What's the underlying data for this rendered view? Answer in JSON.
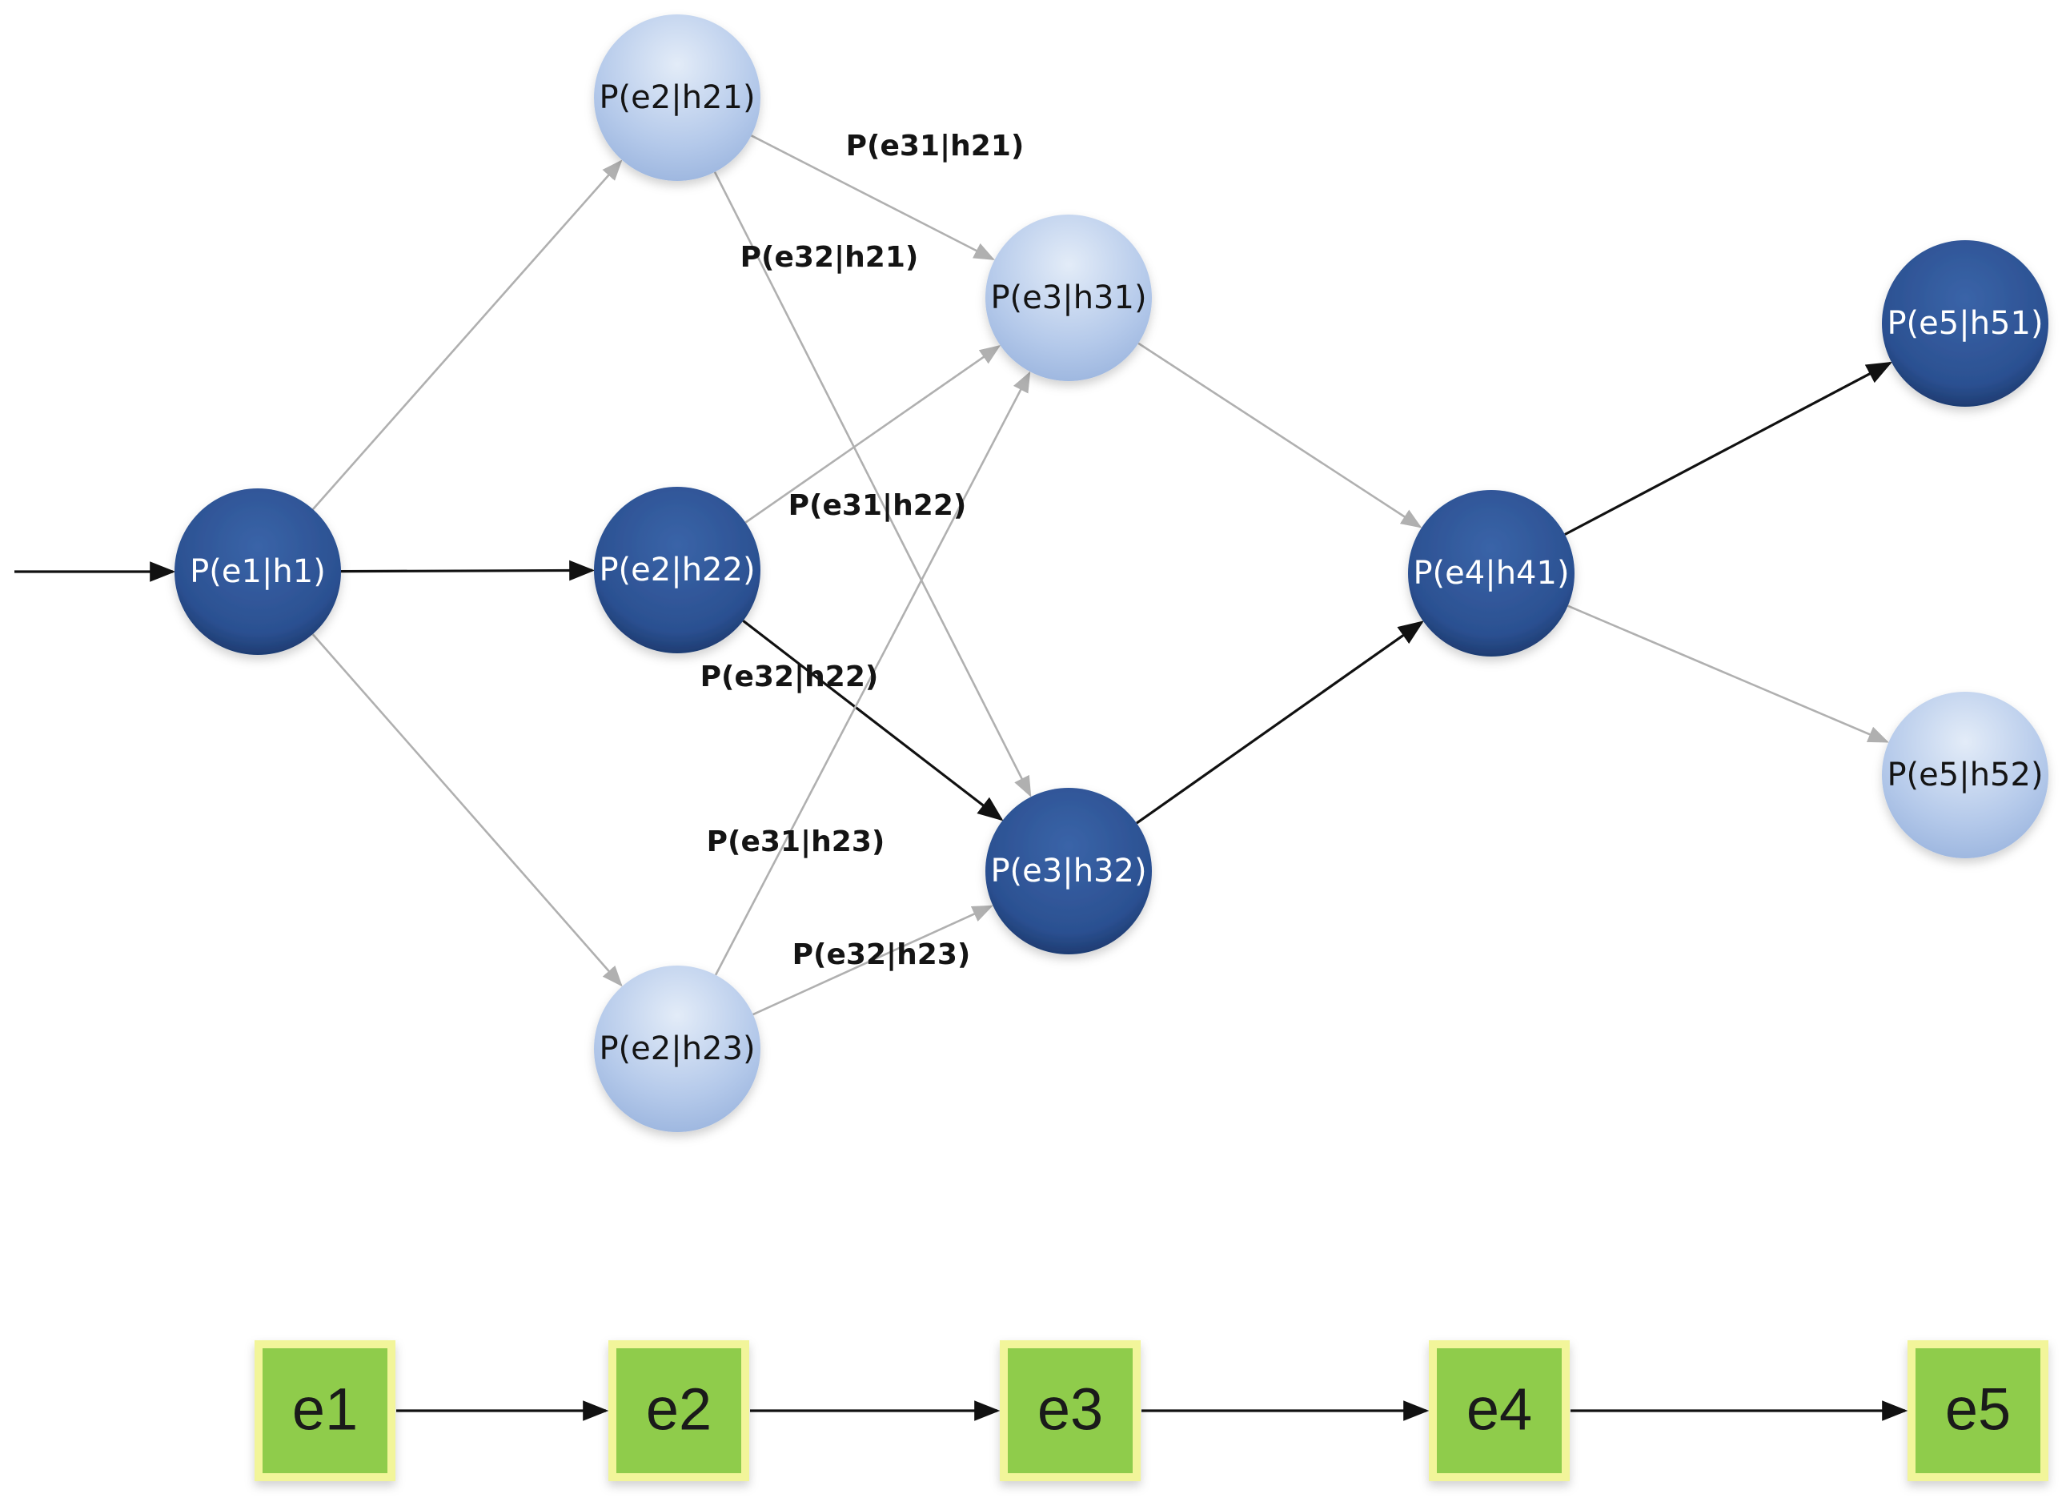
{
  "colors": {
    "dark_node": "#2b5091",
    "light_node": "#b4c9ea",
    "highlight_edge": "#111111",
    "faded_edge": "#b0b0b0",
    "box_fill": "#8fcc4b",
    "box_border": "#f2f59a"
  },
  "nodes": [
    {
      "id": "n_e1_h1",
      "label": "P(e1|h1)",
      "style": "dark"
    },
    {
      "id": "n_e2_h21",
      "label": "P(e2|h21)",
      "style": "light"
    },
    {
      "id": "n_e2_h22",
      "label": "P(e2|h22)",
      "style": "dark"
    },
    {
      "id": "n_e2_h23",
      "label": "P(e2|h23)",
      "style": "light"
    },
    {
      "id": "n_e3_h31",
      "label": "P(e3|h31)",
      "style": "light"
    },
    {
      "id": "n_e3_h32",
      "label": "P(e3|h32)",
      "style": "dark"
    },
    {
      "id": "n_e4_h41",
      "label": "P(e4|h41)",
      "style": "dark"
    },
    {
      "id": "n_e5_h51",
      "label": "P(e5|h51)",
      "style": "dark"
    },
    {
      "id": "n_e5_h52",
      "label": "P(e5|h52)",
      "style": "light"
    }
  ],
  "edges": [
    {
      "from": "input",
      "to": "n_e1_h1",
      "highlighted": true
    },
    {
      "from": "n_e1_h1",
      "to": "n_e2_h21",
      "highlighted": false
    },
    {
      "from": "n_e1_h1",
      "to": "n_e2_h22",
      "highlighted": true
    },
    {
      "from": "n_e1_h1",
      "to": "n_e2_h23",
      "highlighted": false
    },
    {
      "from": "n_e2_h21",
      "to": "n_e3_h31",
      "highlighted": false,
      "label": "P(e31|h21)"
    },
    {
      "from": "n_e2_h21",
      "to": "n_e3_h32",
      "highlighted": false,
      "label": "P(e32|h21)"
    },
    {
      "from": "n_e2_h22",
      "to": "n_e3_h31",
      "highlighted": false,
      "label": "P(e31|h22)"
    },
    {
      "from": "n_e2_h22",
      "to": "n_e3_h32",
      "highlighted": true,
      "label": "P(e32|h22)"
    },
    {
      "from": "n_e2_h23",
      "to": "n_e3_h31",
      "highlighted": false,
      "label": "P(e31|h23)"
    },
    {
      "from": "n_e2_h23",
      "to": "n_e3_h32",
      "highlighted": false,
      "label": "P(e32|h23)"
    },
    {
      "from": "n_e3_h31",
      "to": "n_e4_h41",
      "highlighted": false
    },
    {
      "from": "n_e3_h32",
      "to": "n_e4_h41",
      "highlighted": true
    },
    {
      "from": "n_e4_h41",
      "to": "n_e5_h51",
      "highlighted": true
    },
    {
      "from": "n_e4_h41",
      "to": "n_e5_h52",
      "highlighted": false
    }
  ],
  "evidence": {
    "boxes": [
      "e1",
      "e2",
      "e3",
      "e4",
      "e5"
    ]
  }
}
